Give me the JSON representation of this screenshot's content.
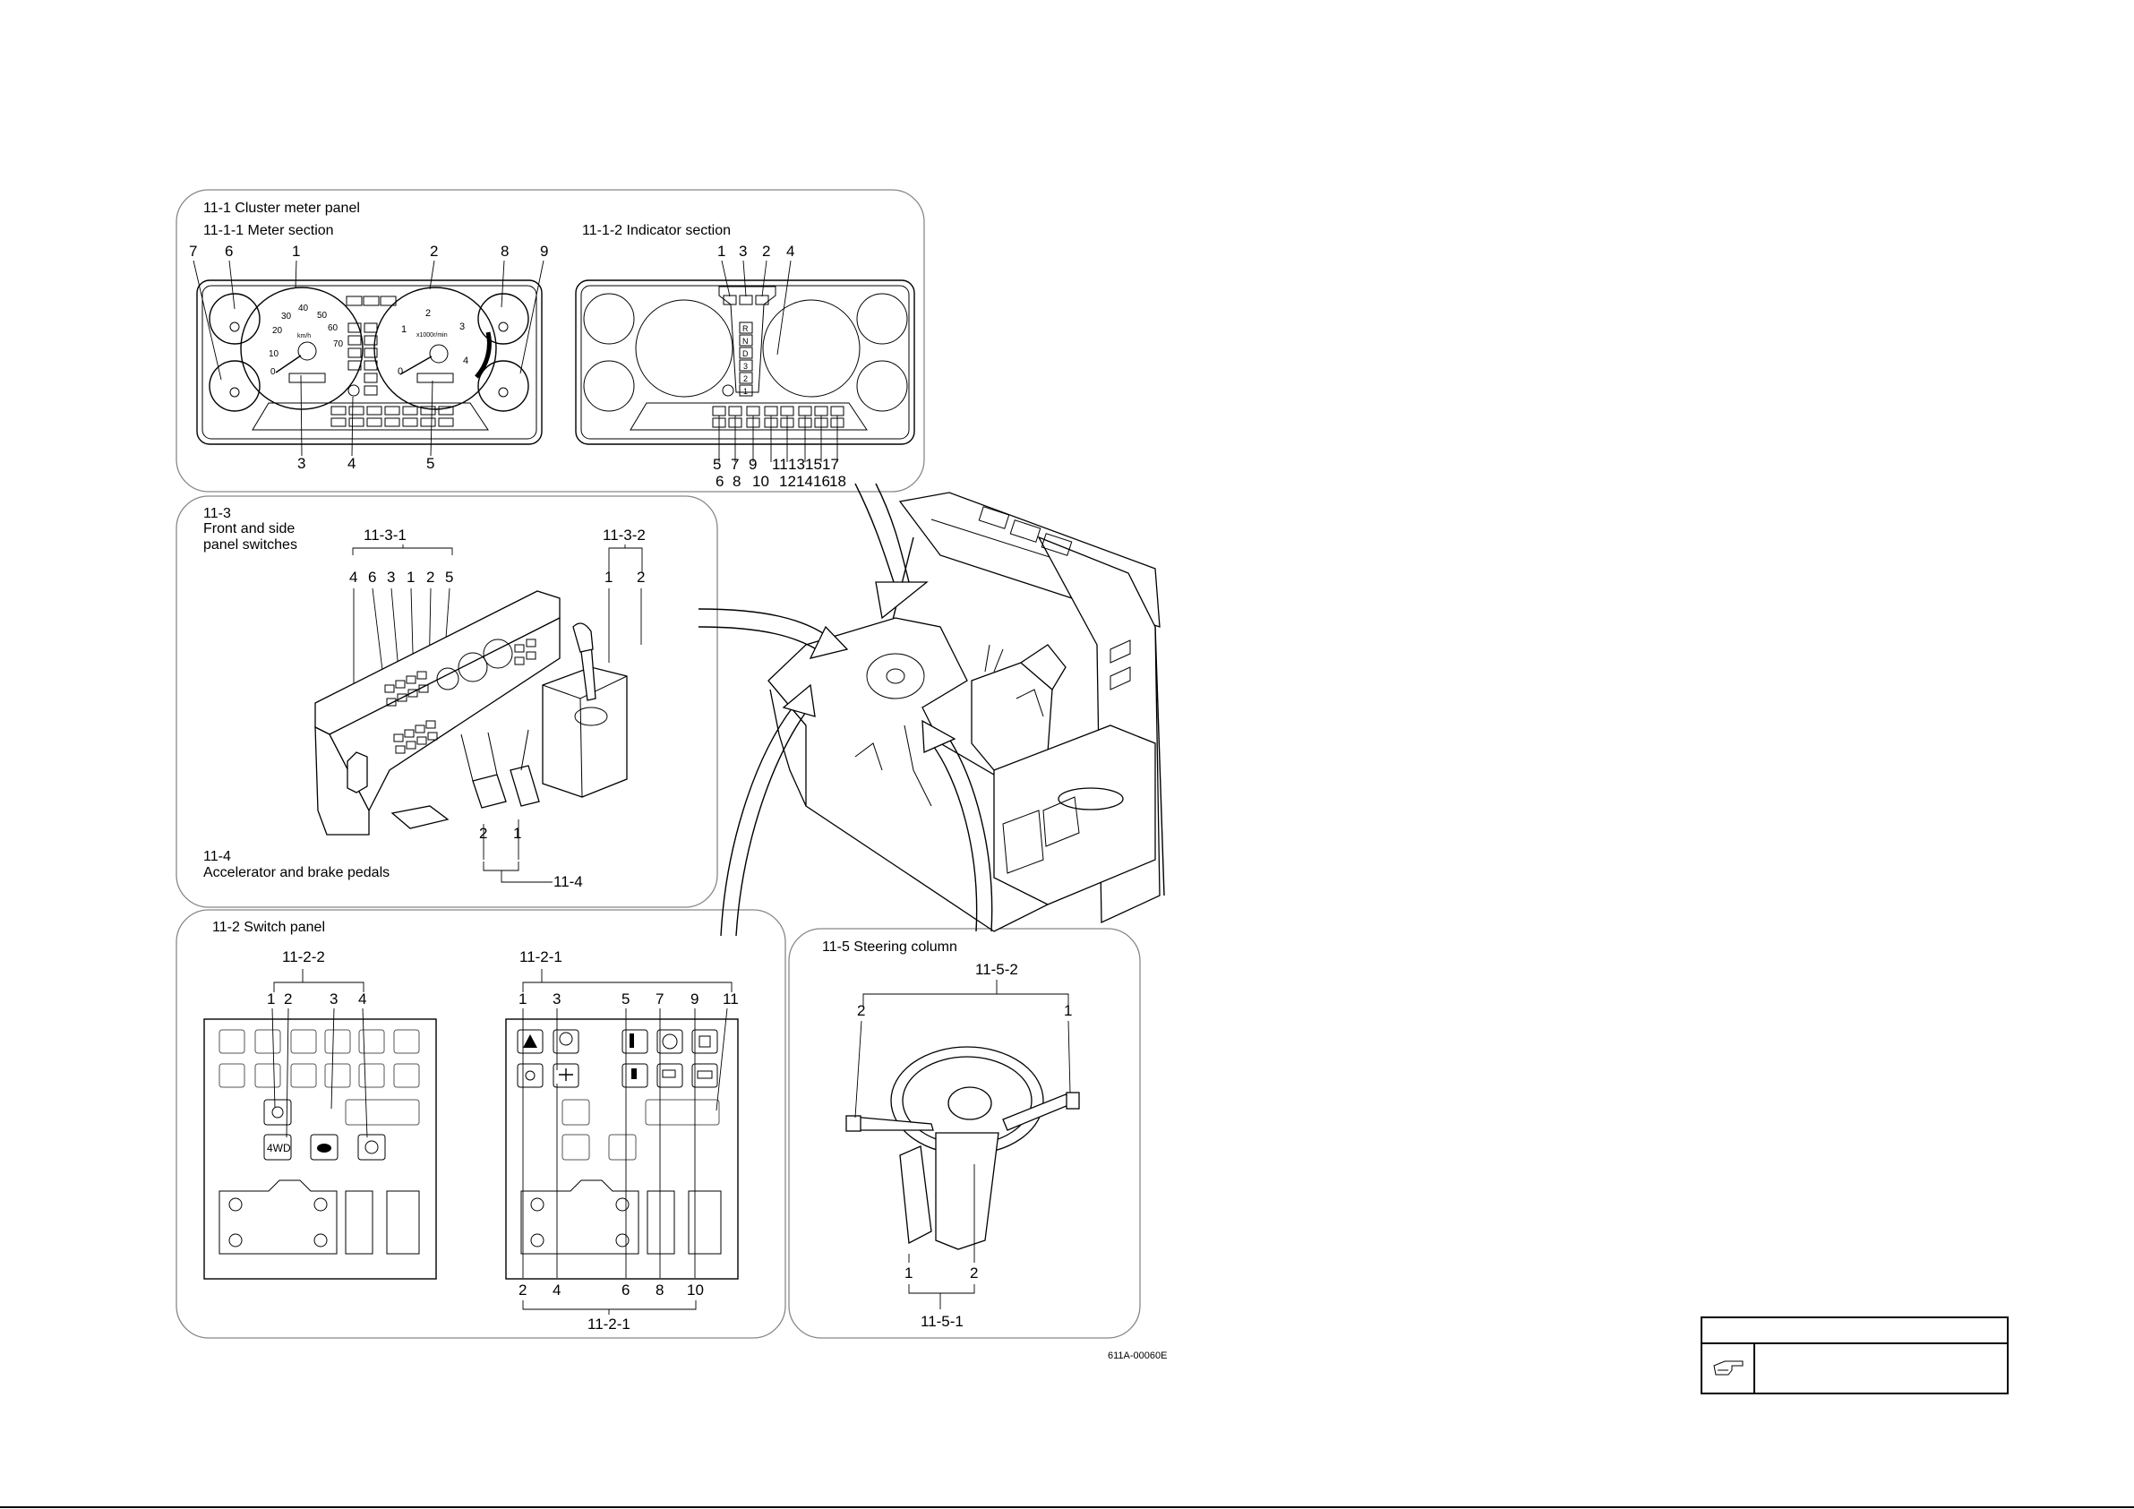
{
  "sections": {
    "cluster": {
      "title": "11-1   Cluster meter panel"
    },
    "meter": {
      "title": "11-1-1   Meter section",
      "top_numbers": [
        "7",
        "6",
        "1",
        "2",
        "8",
        "9"
      ],
      "bottom_numbers": [
        "3",
        "4",
        "5"
      ],
      "speedo_ticks": [
        "0",
        "10",
        "20",
        "30",
        "40",
        "50",
        "60",
        "70"
      ],
      "speedo_unit": "km/h",
      "tacho_ticks": [
        "0",
        "1",
        "2",
        "3",
        "4"
      ],
      "tacho_unit": "x1000r/min"
    },
    "indicator": {
      "title": "11-1-2   Indicator section",
      "top_numbers": [
        "1",
        "3",
        "2",
        "4"
      ],
      "bottom_row1": [
        "5",
        "7",
        "9",
        "11",
        "13",
        "15",
        "17"
      ],
      "bottom_row2": [
        "6",
        "8",
        "10",
        "12",
        "14",
        "16",
        "18"
      ],
      "gear_letters": [
        "R",
        "N",
        "D",
        "3",
        "2",
        "1"
      ]
    },
    "front": {
      "title_code": "11-3",
      "title_line1": "Front and side",
      "title_line2": "panel switches",
      "group1": "11-3-1",
      "group1_numbers": [
        "4",
        "6",
        "3",
        "1",
        "2",
        "5"
      ],
      "group2": "11-3-2",
      "group2_numbers": [
        "1",
        "2"
      ],
      "pedal_numbers": [
        "2",
        "1"
      ],
      "pedal_group": "11-4"
    },
    "pedals": {
      "title_code": "11-4",
      "title": "Accelerator and brake pedals"
    },
    "switch": {
      "title": "11-2   Switch panel",
      "group_left": "11-2-2",
      "left_numbers": [
        "1",
        "2",
        "3",
        "4"
      ],
      "left_button_4wd": "4WD",
      "group_right": "11-2-1",
      "right_top_numbers": [
        "1",
        "3",
        "5",
        "7",
        "9",
        "11"
      ],
      "right_bottom_numbers": [
        "2",
        "4",
        "6",
        "8",
        "10"
      ],
      "right_bottom_group": "11-2-1"
    },
    "steering": {
      "title": "11-5   Steering column",
      "group_top": "11-5-2",
      "top_numbers": [
        "2",
        "1"
      ],
      "bottom_numbers": [
        "1",
        "2"
      ],
      "group_bottom": "11-5-1"
    }
  },
  "figure_code": "611A-00060E",
  "note_box": {
    "icon": "pointing-hand-icon",
    "text": ""
  }
}
